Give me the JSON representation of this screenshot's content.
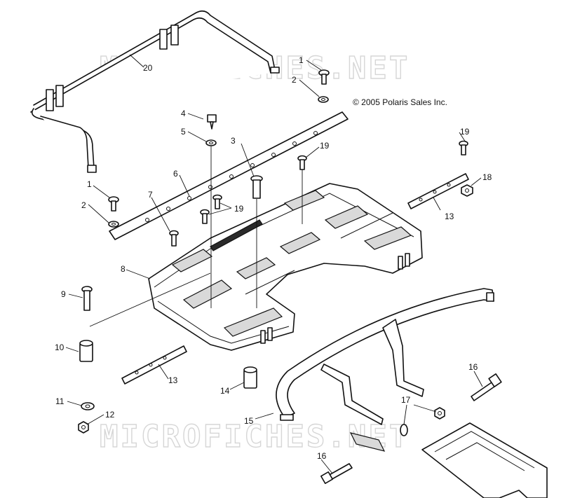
{
  "copyright": "© 2005 Polaris Sales Inc.",
  "watermark": "MICROFICHES.NET",
  "callouts": {
    "c1a": "1",
    "c2a": "2",
    "c1b": "1",
    "c2b": "2",
    "c3": "3",
    "c4": "4",
    "c5": "5",
    "c6": "6",
    "c7": "7",
    "c8": "8",
    "c9": "9",
    "c10": "10",
    "c11": "11",
    "c12": "12",
    "c13a": "13",
    "c13b": "13",
    "c14": "14",
    "c15": "15",
    "c16a": "16",
    "c16b": "16",
    "c17": "17",
    "c18": "18",
    "c19a": "19",
    "c19b": "19",
    "c19c": "19",
    "c20": "20"
  }
}
